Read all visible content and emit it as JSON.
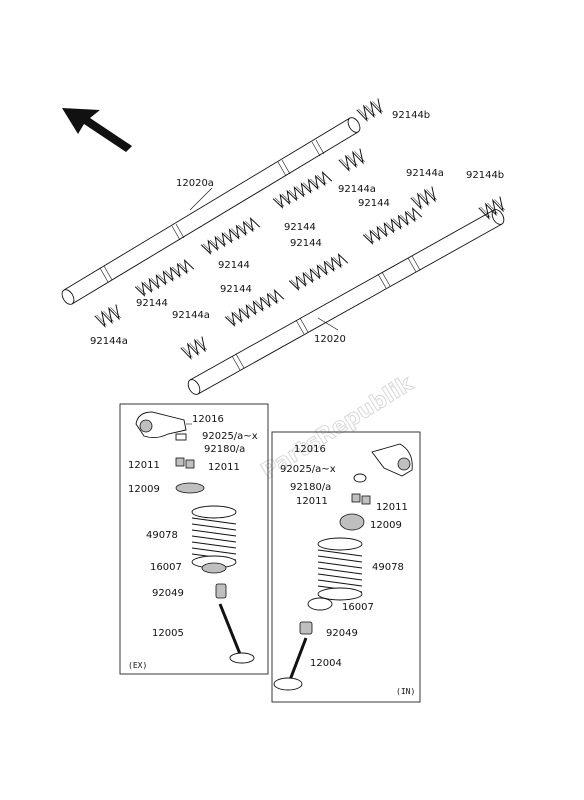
{
  "labels": {
    "exhaust_shaft": "12020a",
    "intake_shaft": "12020",
    "spring_b_top": "92144b",
    "spring_b_right": "92144b",
    "spring_a_left": "92144a",
    "spring_a_mid": "92144a",
    "spring_a_upper": "92144a",
    "spring_a_right": "92144a",
    "spring_1": "92144",
    "spring_2": "92144",
    "spring_3": "92144",
    "spring_4": "92144",
    "spring_5": "92144",
    "spring_6": "92144"
  },
  "exhaust_panel": {
    "tag": "(EX)",
    "items": {
      "rocker_arm": "12016",
      "adjust_screw": "92025/a~x",
      "nut": "92180/a",
      "cotter_left": "12011",
      "cotter_right": "12011",
      "retainer": "12009",
      "spring": "49078",
      "seat": "16007",
      "seal": "92049",
      "valve": "12005"
    }
  },
  "intake_panel": {
    "tag": "(IN)",
    "items": {
      "rocker_arm": "12016",
      "adjust_screw": "92025/a~x",
      "nut": "92180/a",
      "cotter_left": "12011",
      "cotter_right": "12011",
      "retainer": "12009",
      "spring": "49078",
      "seat": "16007",
      "seal": "92049",
      "valve": "12004"
    }
  },
  "watermark": "PartsRepublik",
  "icons": {
    "direction_arrow": "front-direction-arrow-icon"
  }
}
